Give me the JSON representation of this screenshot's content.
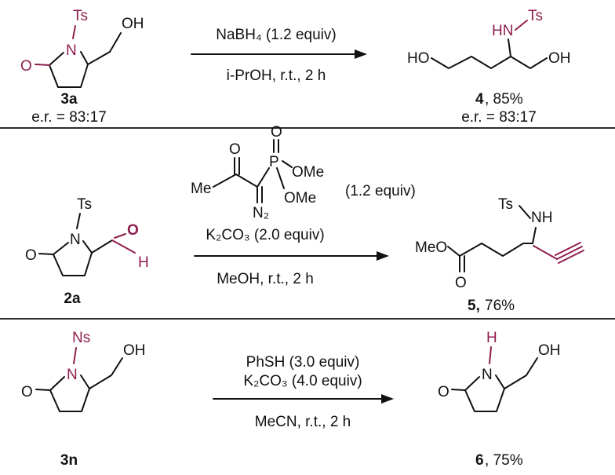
{
  "reactions": [
    {
      "reactant": {
        "id": "3a",
        "er": "e.r. = 83:17"
      },
      "conditions": [
        "NaBH₄ (1.2 equiv)",
        "i-PrOH, r.t., 2 h"
      ],
      "product": {
        "id": "4",
        "yield": ", 85%",
        "er": "e.r. = 83:17"
      }
    },
    {
      "reactant": {
        "id": "2a"
      },
      "reagent_amount": "(1.2 equiv)",
      "conditions": [
        "K₂CO₃ (2.0 equiv)",
        "MeOH, r.t., 2 h"
      ],
      "product": {
        "id": "5,",
        "yield": " 76%"
      }
    },
    {
      "reactant": {
        "id": "3n"
      },
      "conditions": [
        "PhSH (3.0 equiv)",
        "K₂CO₃ (4.0 equiv)",
        "MeCN, r.t., 2 h"
      ],
      "product": {
        "id": "6",
        "yield": ", 75%"
      }
    }
  ],
  "atoms": {
    "Ts": "Ts",
    "Ns": "Ns",
    "N": "N",
    "H": "H",
    "O": "O",
    "OH": "OH",
    "HO": "HO",
    "HN": "HN",
    "NH": "NH",
    "Me": "Me",
    "MeO": "MeO",
    "P": "P",
    "OMe": "OMe",
    "N2": "N₂"
  },
  "colors": {
    "accent": "#8f1e4e",
    "ink": "#111111"
  }
}
